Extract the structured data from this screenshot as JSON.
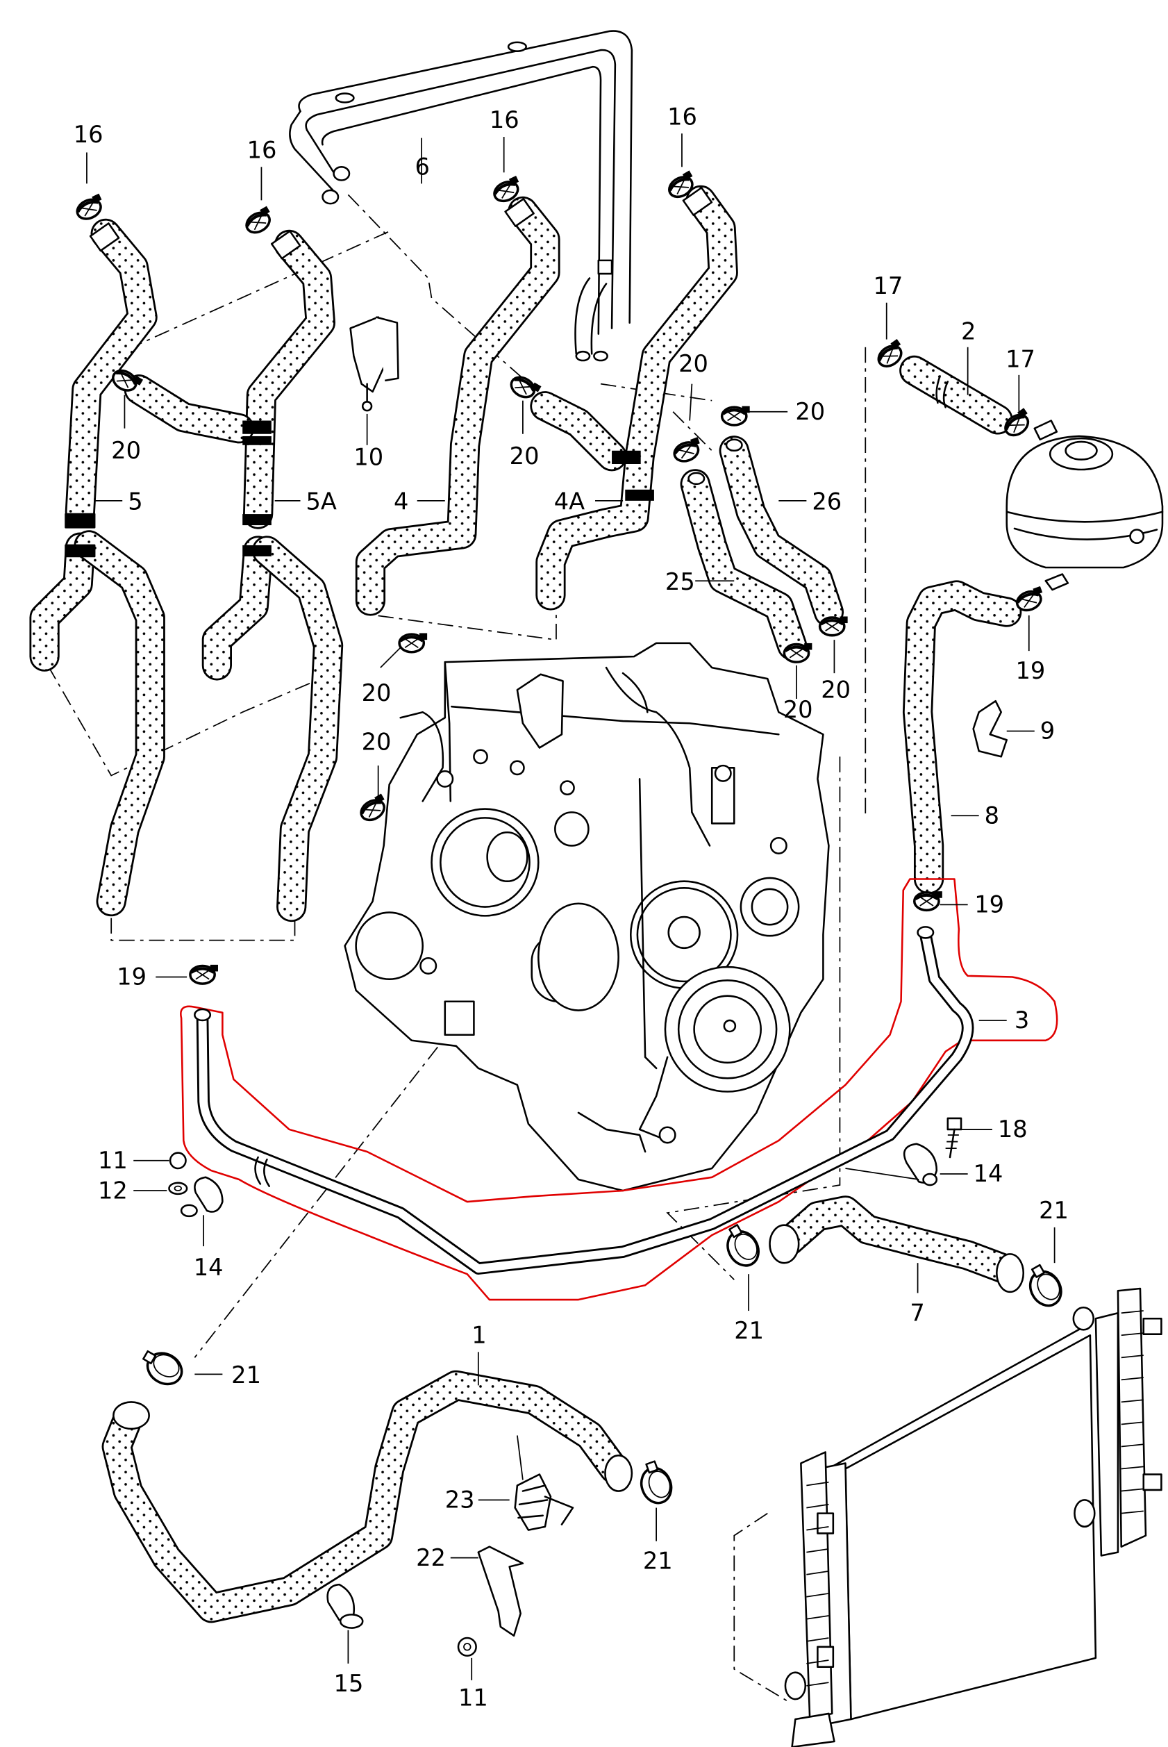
{
  "diagram": {
    "title": "Engine cooling system exploded parts diagram",
    "highlight_color": "#e00000",
    "line_color": "#000000",
    "background": "#ffffff",
    "highlighted_part": "3"
  },
  "callouts": {
    "c16a": "16",
    "c16b": "16",
    "c16c": "16",
    "c16d": "16",
    "c6": "6",
    "c17a": "17",
    "c17b": "17",
    "c2": "2",
    "c20a": "20",
    "c20b": "20",
    "c20c": "20",
    "c20d": "20",
    "c20e": "20",
    "c20f": "20",
    "c20g": "20",
    "c20h": "20",
    "c10": "10",
    "c5": "5",
    "c5A": "5A",
    "c4": "4",
    "c4A": "4A",
    "c26": "26",
    "c25": "25",
    "c19a": "19",
    "c19b": "19",
    "c19c": "19",
    "c9": "9",
    "c8": "8",
    "c3": "3",
    "c18": "18",
    "c14a": "14",
    "c14b": "14",
    "c11a": "11",
    "c12": "12",
    "c11b": "11",
    "c21a": "21",
    "c21b": "21",
    "c21c": "21",
    "c21d": "21",
    "c7": "7",
    "c1": "1",
    "c23": "23",
    "c22": "22",
    "c15": "15"
  },
  "parts": [
    {
      "no": "1",
      "name": "lower coolant hose"
    },
    {
      "no": "2",
      "name": "vent hose"
    },
    {
      "no": "3",
      "name": "coolant pipe (highlighted)"
    },
    {
      "no": "4",
      "name": "coolant hose"
    },
    {
      "no": "4A",
      "name": "coolant hose"
    },
    {
      "no": "5",
      "name": "coolant hose"
    },
    {
      "no": "5A",
      "name": "coolant hose"
    },
    {
      "no": "6",
      "name": "coolant pipe"
    },
    {
      "no": "7",
      "name": "upper coolant hose"
    },
    {
      "no": "8",
      "name": "coolant hose"
    },
    {
      "no": "9",
      "name": "retainer"
    },
    {
      "no": "10",
      "name": "retainer"
    },
    {
      "no": "11",
      "name": "nut"
    },
    {
      "no": "12",
      "name": "washer"
    },
    {
      "no": "14",
      "name": "pipe clip"
    },
    {
      "no": "15",
      "name": "pipe clip"
    },
    {
      "no": "16",
      "name": "spring clamp"
    },
    {
      "no": "17",
      "name": "spring clamp"
    },
    {
      "no": "18",
      "name": "bolt"
    },
    {
      "no": "19",
      "name": "spring clamp"
    },
    {
      "no": "20",
      "name": "spring clamp"
    },
    {
      "no": "21",
      "name": "spring clamp"
    },
    {
      "no": "22",
      "name": "bracket"
    },
    {
      "no": "23",
      "name": "hose retainer"
    },
    {
      "no": "25",
      "name": "coolant hose"
    },
    {
      "no": "26",
      "name": "coolant hose"
    }
  ]
}
